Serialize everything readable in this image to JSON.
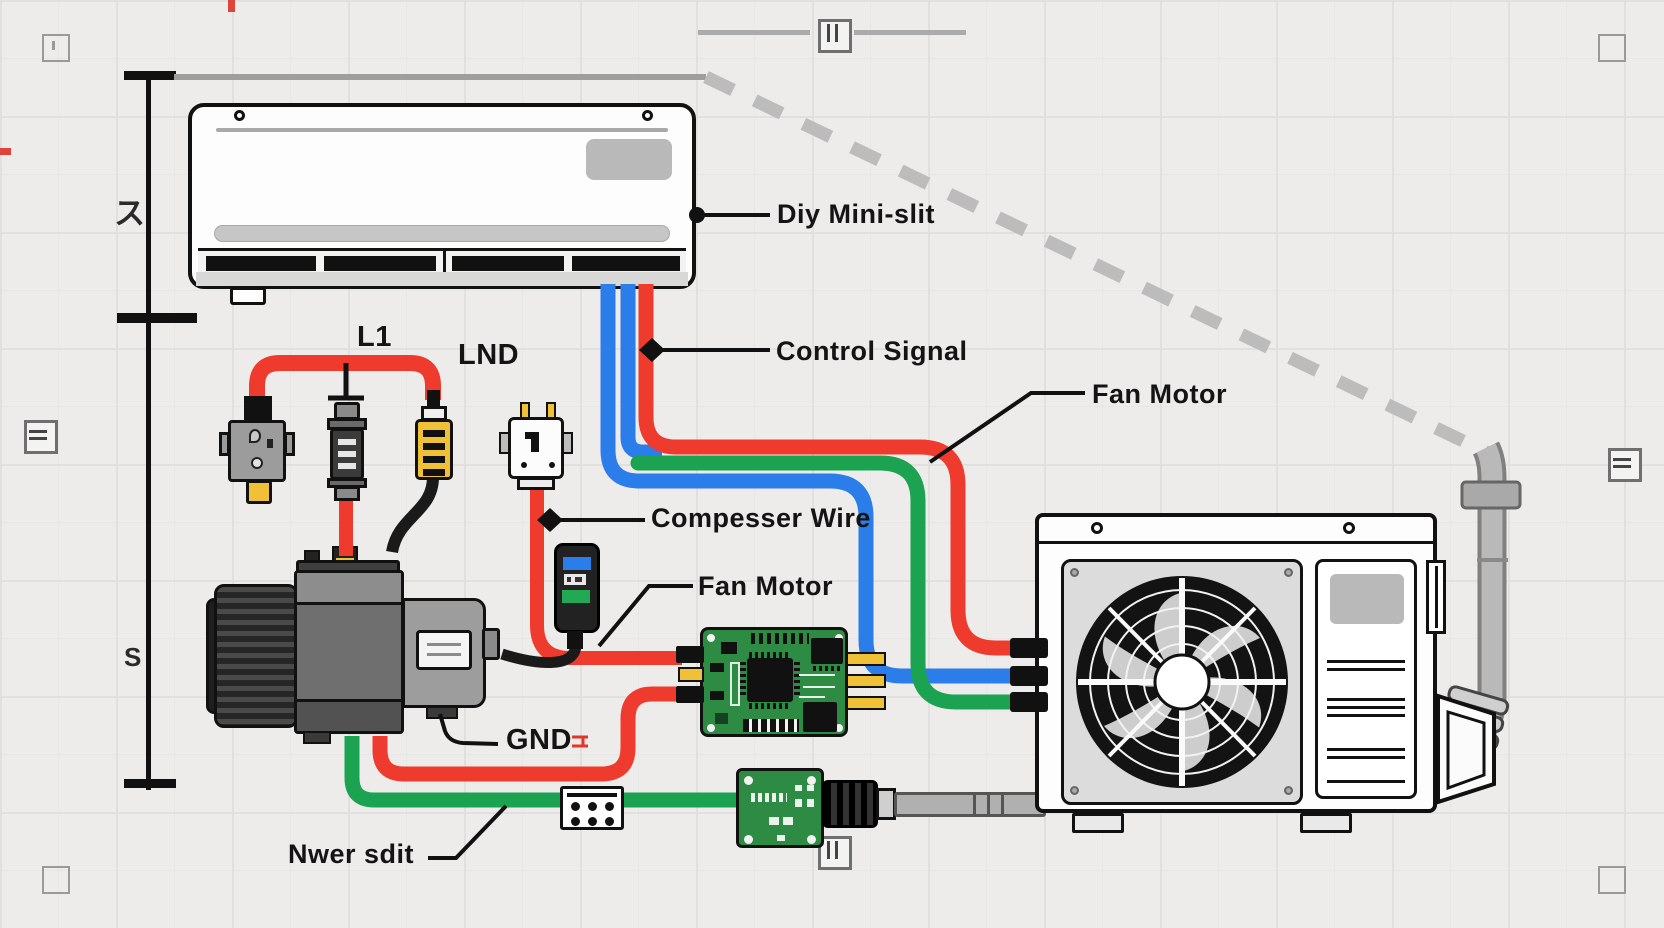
{
  "canvas": {
    "background": "#edecea",
    "grid_color": "#e0e0de"
  },
  "colors": {
    "wire_red": "#ee3b2e",
    "wire_blue": "#2b7de9",
    "wire_green": "#1ca351",
    "connector_yellow": "#f0c137",
    "pcb_green": "#2e8b43",
    "pipe_gray": "#b7b7b7",
    "label_text": "#141414"
  },
  "labels": {
    "diy_mini_slit": "Diy Mini-slit",
    "control_signal": "Control Signal",
    "fan_motor_top": "Fan Motor",
    "compesser_wire": "Compesser Wire",
    "fan_motor_mid": "Fan Motor",
    "gnd": "GND",
    "l1": "L1",
    "lnd": "LND",
    "nwer_sdit": "Nwer sdit",
    "dim_vertical_top": "ス",
    "dim_vertical_bottom": "S"
  }
}
